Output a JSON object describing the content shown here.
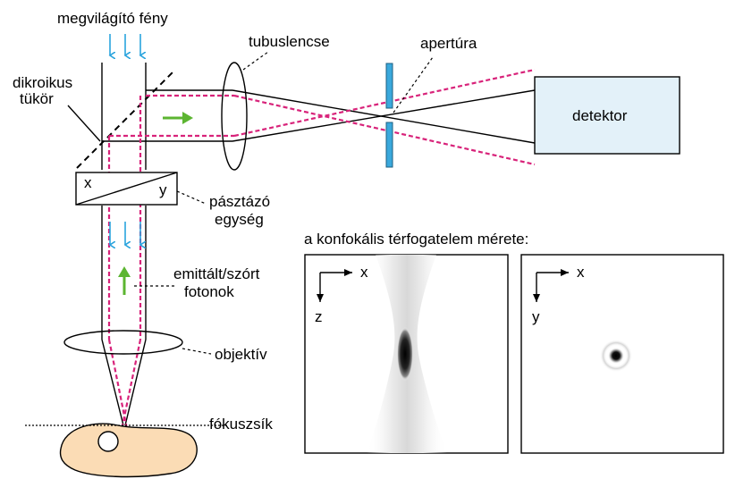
{
  "labels": {
    "illumination": "megvilágító fény",
    "tube_lens": "tubuslencse",
    "aperture": "apertúra",
    "dichroic_line1": "dikroikus",
    "dichroic_line2": "tükör",
    "detector": "detektor",
    "scan_x": "x",
    "scan_y": "y",
    "scan_unit_line1": "pásztázó",
    "scan_unit_line2": "egység",
    "emitted_line1": "emittált/szórt",
    "emitted_line2": "fotonok",
    "objective": "objektív",
    "focal_plane": "fókuszsík",
    "confocal_title": "a konfokális térfogatelem mérete:"
  },
  "panels": {
    "xz": {
      "axis_h": "x",
      "axis_v": "z"
    },
    "xy": {
      "axis_h": "x",
      "axis_v": "y"
    }
  },
  "colors": {
    "beam_pink": "#d8237a",
    "arrow_blue": "#29a3dd",
    "arrow_green": "#5cb531",
    "aperture_blue": "#3aa8dc",
    "detector_fill": "#e3f1f9",
    "specimen_fill": "#fbdcb5"
  }
}
